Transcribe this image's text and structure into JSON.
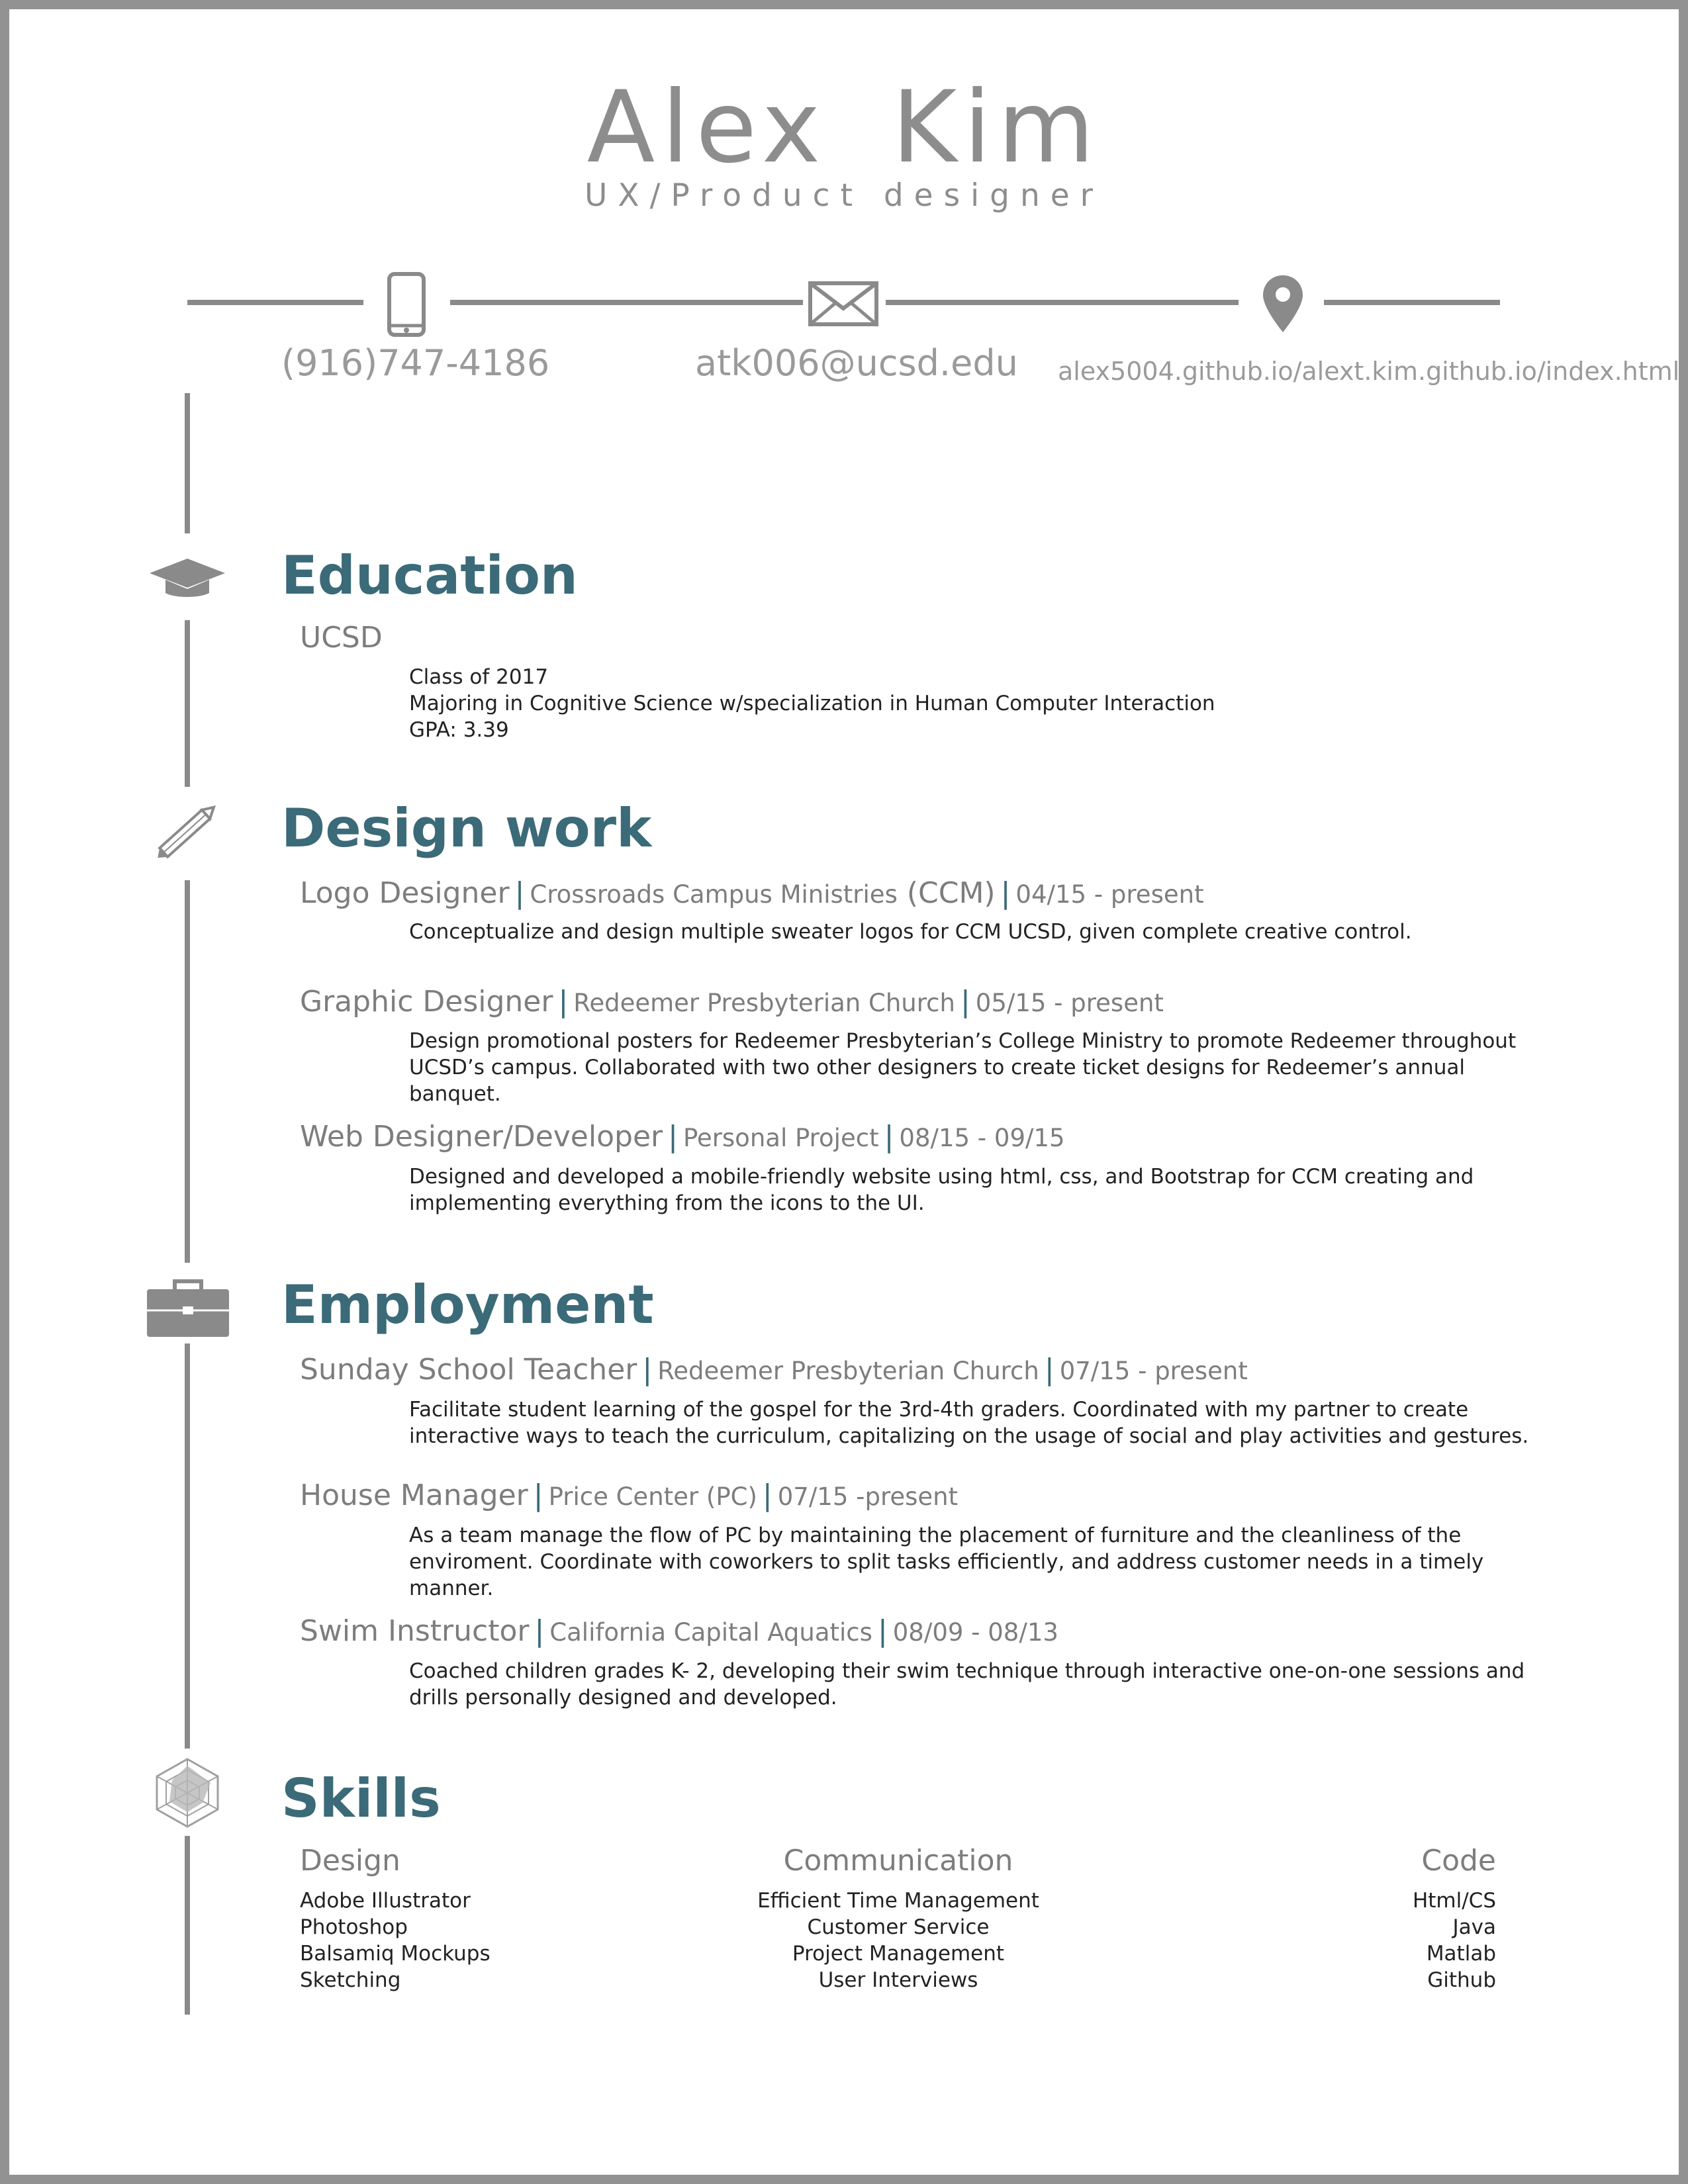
{
  "header": {
    "name": "Alex Kim",
    "role": "UX/Product designer"
  },
  "contact": {
    "phone": "(916)747-4186",
    "email": "atk006@ucsd.edu",
    "website": "alex5004.github.io/alext.kim.github.io/index.html",
    "icons": [
      "phone-icon",
      "mail-icon",
      "location-pin-icon"
    ]
  },
  "education": {
    "title": "Education",
    "school": "UCSD",
    "lines": [
      "Class of 2017",
      "Majoring in Cognitive Science w/specialization in Human Computer Interaction",
      "GPA: 3.39"
    ]
  },
  "design_work": {
    "title": "Design  work",
    "entries": [
      {
        "role": "Logo Designer",
        "org": "Crossroads Campus Ministries",
        "org_extra": "(CCM)",
        "date": "04/15 - present",
        "desc": "Conceptualize and design multiple sweater logos for CCM UCSD, given complete creative control."
      },
      {
        "role": "Graphic Designer",
        "org": "Redeemer Presbyterian Church",
        "date": "05/15 - present",
        "desc": "Design promotional posters for Redeemer Presbyterian’s College Ministry to promote Redeemer throughout UCSD’s campus. Collaborated with two other designers to create ticket designs for Redeemer’s annual banquet."
      },
      {
        "role": "Web Designer/Developer",
        "org": "Personal Project",
        "date": "08/15 - 09/15",
        "desc": "Designed and developed a mobile-friendly website using html, css, and Bootstrap for CCM creating and implementing everything from the icons to the UI."
      }
    ]
  },
  "employment": {
    "title": "Employment",
    "entries": [
      {
        "role": "Sunday School Teacher",
        "org": "Redeemer Presbyterian Church",
        "date": "07/15 - present",
        "desc": "Facilitate student learning of the gospel for the 3rd-4th graders. Coordinated with my partner to create interactive ways to teach the curriculum, capitalizing on the usage of social and play activities and gestures."
      },
      {
        "role": "House Manager",
        "org": "Price Center (PC)",
        "date": "07/15 -present",
        "desc": "As a team manage the flow of PC by maintaining the placement of furniture and the cleanliness of the enviroment. Coordinate with coworkers to split tasks efficiently, and address customer needs in a timely manner."
      },
      {
        "role": "Swim Instructor",
        "org": "California Capital Aquatics",
        "date": "08/09 - 08/13",
        "desc": "Coached children grades K- 2, developing their swim technique through interactive one-on-one sessions and drills personally designed and developed."
      }
    ]
  },
  "skills": {
    "title": "Skills",
    "design": {
      "title": "Design",
      "items": [
        "Adobe Illustrator",
        "Photoshop",
        "Balsamiq Mockups",
        "Sketching"
      ]
    },
    "communication": {
      "title": "Communication",
      "items": [
        "Efficient Time Management",
        "Customer Service",
        "Project Management",
        "User Interviews"
      ]
    },
    "code": {
      "title": "Code",
      "items": [
        "Html/CS",
        "Java",
        "Matlab",
        "Github"
      ]
    }
  },
  "colors": {
    "accent": "#3b6a78",
    "gray": "#8a8a8a",
    "text": "#222222"
  }
}
